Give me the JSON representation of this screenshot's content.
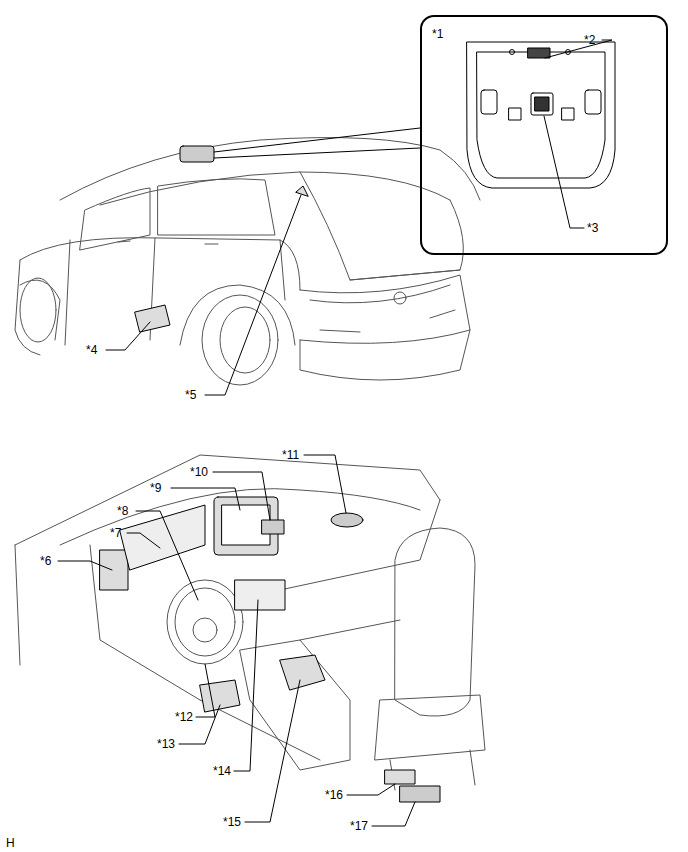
{
  "diagram": {
    "nodes": [
      {
        "text": [
          "*1"
        ]
      }
    ],
    "labels": [
      "*2",
      "*3",
      "*4",
      "*5",
      "*6",
      "*7",
      "*8",
      "*9",
      "*10",
      "*11",
      "*12",
      "*13",
      "*14",
      "*15",
      "*16",
      "*17",
      "H"
    ]
  }
}
